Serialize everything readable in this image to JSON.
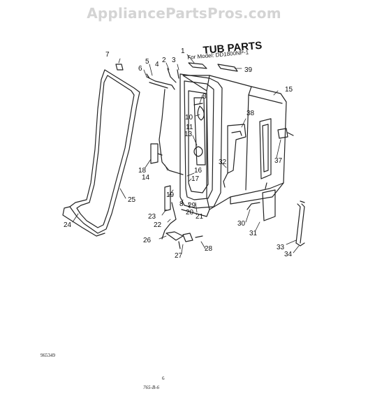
{
  "watermark": "AppliancePartsPros.com",
  "diagram": {
    "title": "TUB PARTS",
    "subtitle": "For Model: DD1800NP-1"
  },
  "callouts": {
    "c1": "1",
    "c2": "2",
    "c3": "3",
    "c4": "4",
    "c5": "5",
    "c6": "6",
    "c7": "7",
    "c8": "8",
    "c10": "10",
    "c11": "11",
    "c13": "13",
    "c14": "14",
    "c15": "15",
    "c16": "16",
    "c17": "17",
    "c18": "18",
    "c19": "19",
    "c20": "20",
    "c21": "21",
    "c22": "22",
    "c23": "23",
    "c24": "24",
    "c25": "25",
    "c26": "26",
    "c27": "27",
    "c28": "28",
    "c29": "29",
    "c30": "30",
    "c31": "31",
    "c32": "32",
    "c33": "33",
    "c34": "34",
    "c37": "37",
    "c38": "38",
    "c39": "39"
  },
  "footer": {
    "drawing_id": "965349",
    "page_number": "6",
    "page_code": "765-B-6"
  }
}
